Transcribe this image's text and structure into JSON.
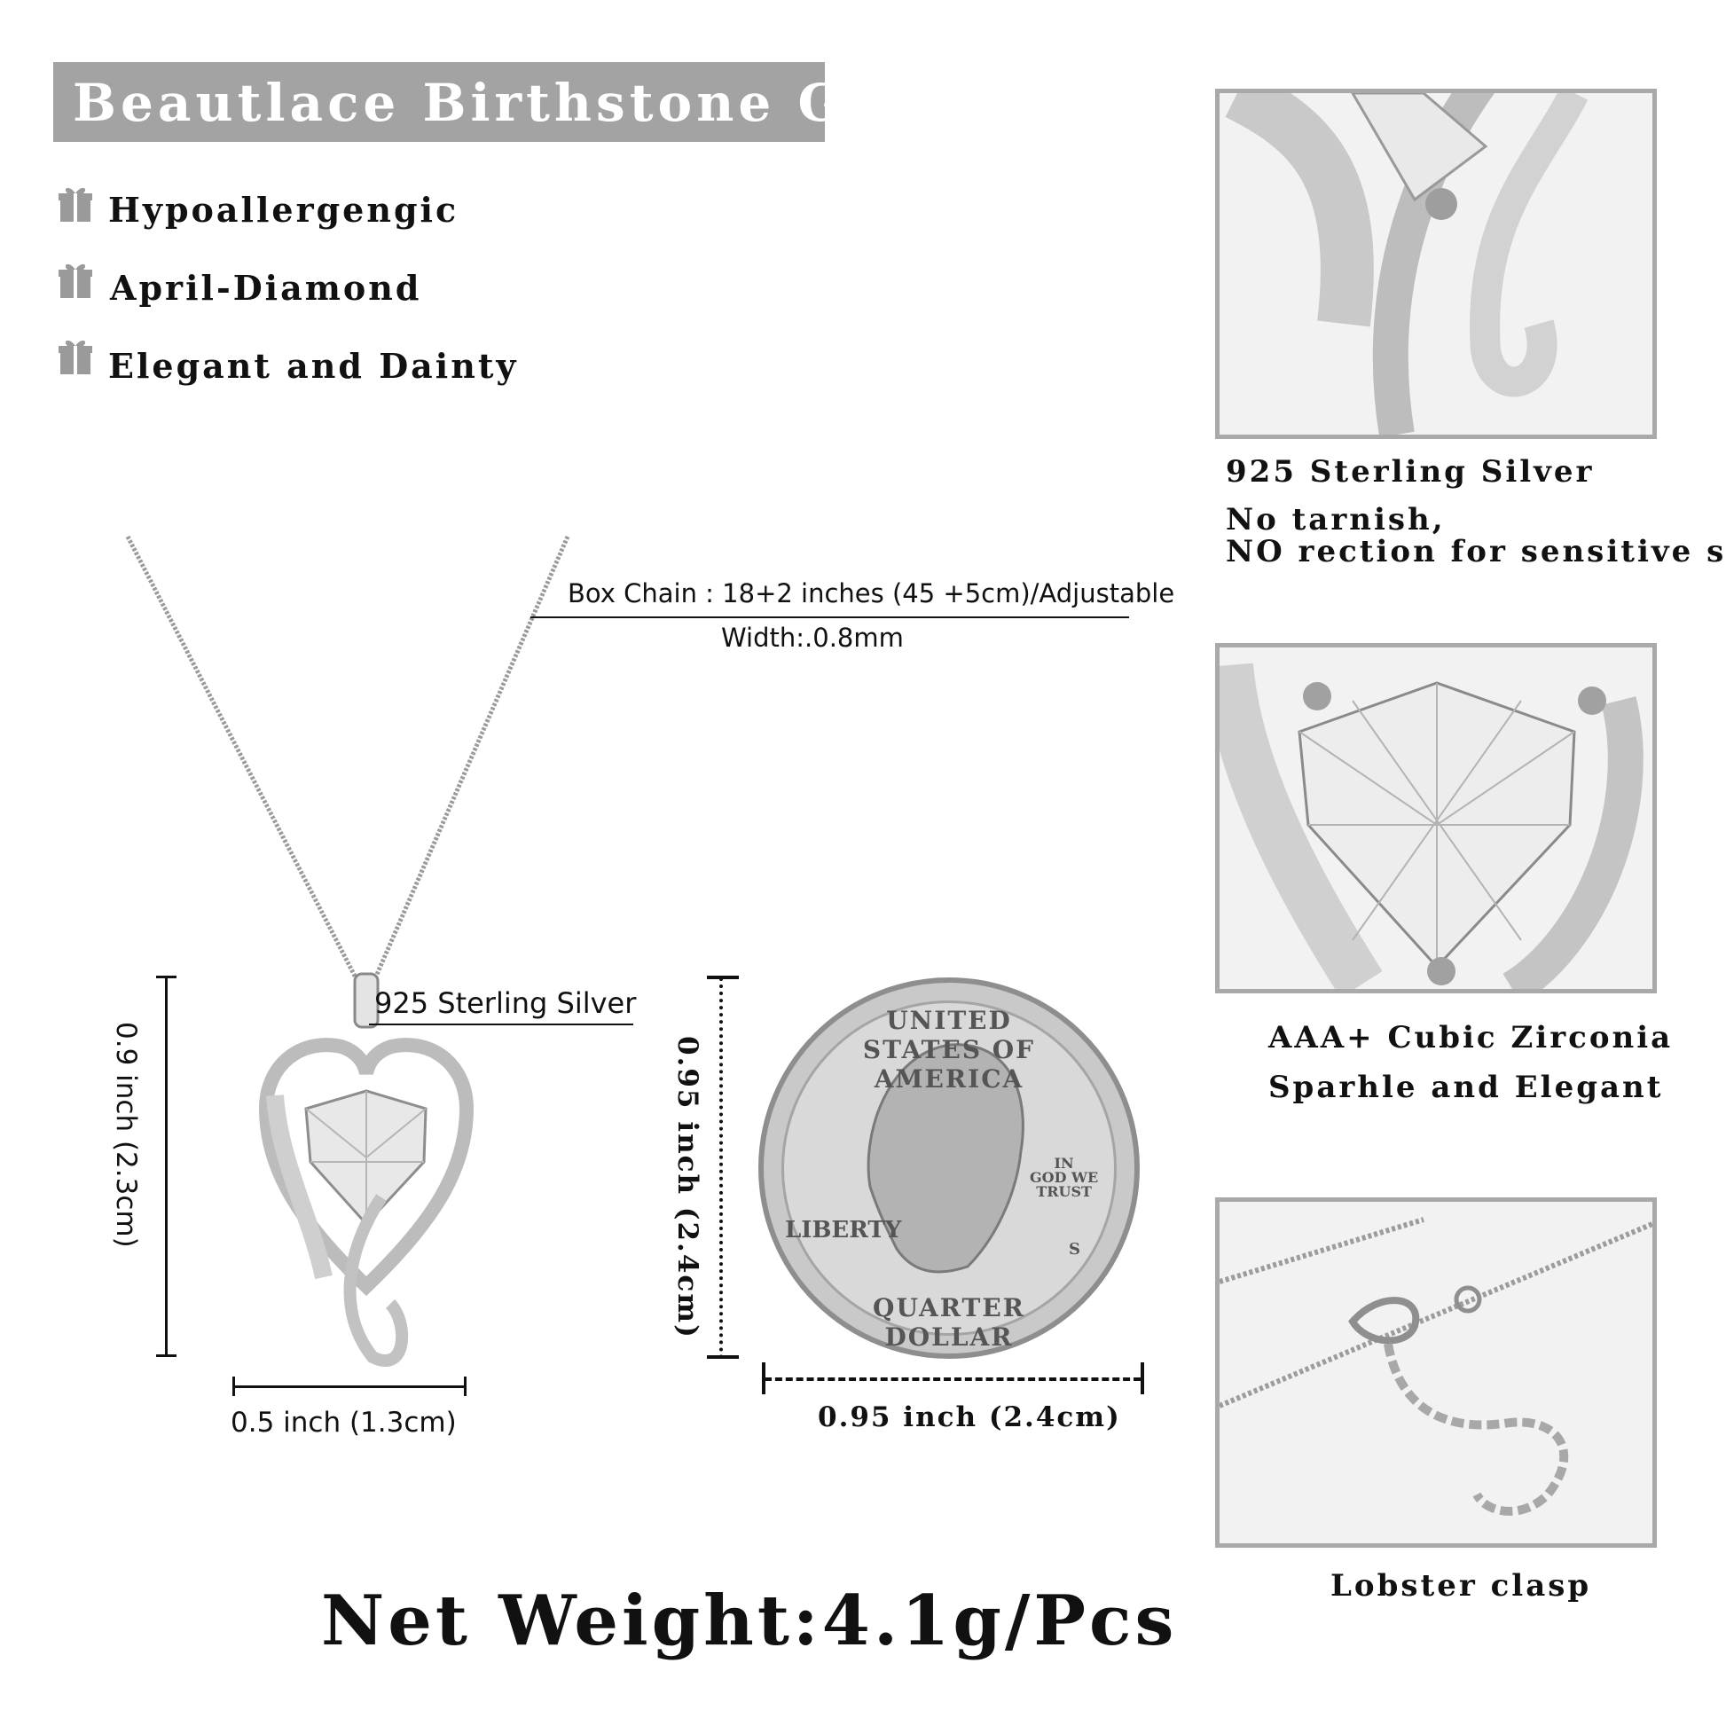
{
  "banner": {
    "title": "Beautlace Birthstone Gifts"
  },
  "features": [
    {
      "icon": "gift-icon",
      "label": "Hypoallergengic"
    },
    {
      "icon": "gift-icon",
      "label": "April-Diamond"
    },
    {
      "icon": "gift-icon",
      "label": "Elegant and Dainty"
    }
  ],
  "chain_spec": {
    "length": "Box Chain : 18+2 inches (45 +5cm)/Adjustable",
    "width": "Width:.0.8mm"
  },
  "pendant": {
    "material_label": "925 Sterling Silver",
    "height_label": "0.9 inch (2.3cm)",
    "width_label": "0.5 inch (1.3cm)"
  },
  "coin": {
    "height_label": "0.95 inch (2.4cm)",
    "width_label": "0.95 inch (2.4cm)",
    "engraving": {
      "top": "UNITED STATES OF AMERICA",
      "bottom": "QUARTER DOLLAR",
      "liberty": "LIBERTY",
      "motto": [
        "IN",
        "GOD WE",
        "TRUST"
      ],
      "mint": "S"
    }
  },
  "net_weight": "Net Weight:4.1g/Pcs",
  "details": [
    {
      "caption_lines": [
        "925 Sterling Silver",
        "No tarnish,",
        "NO rection for sensitive skin"
      ]
    },
    {
      "caption_lines": [
        "AAA+ Cubic Zirconia",
        "Sparhle and Elegant"
      ]
    },
    {
      "caption_lines": [
        "Lobster clasp"
      ]
    }
  ],
  "colors": {
    "banner": "#a3a3a3",
    "frame": "#a9a9a9",
    "icon": "#9a9a9a",
    "text": "#111111"
  }
}
